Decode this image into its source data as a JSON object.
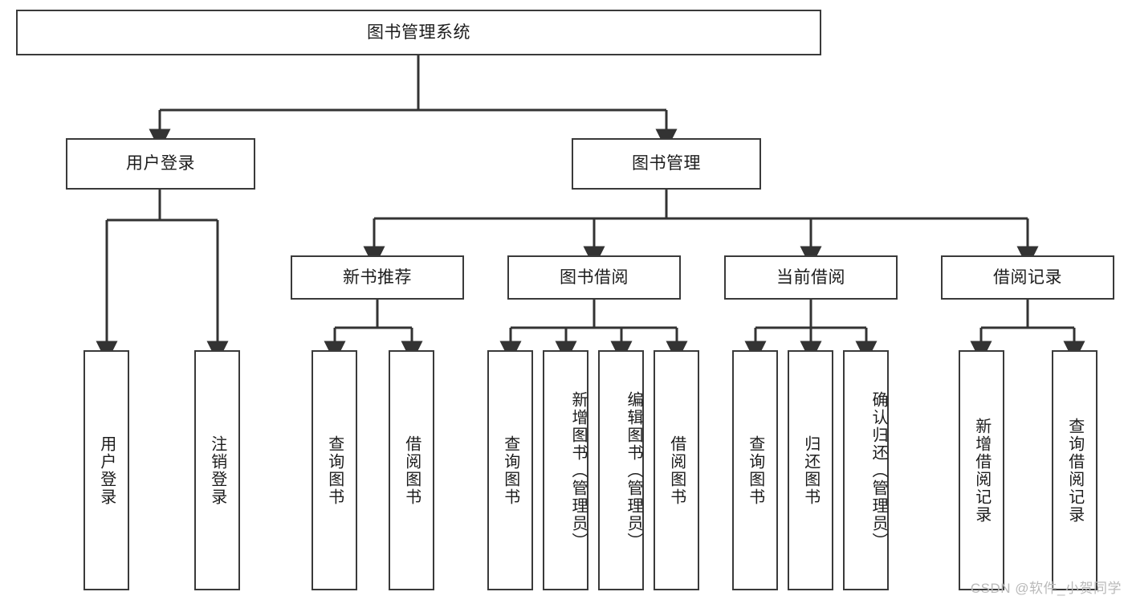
{
  "diagram": {
    "title": "图书管理系统",
    "type": "hierarchy-tree",
    "watermark": "CSDN @软件_小贺同学",
    "colors": {
      "box_border": "#3a3a3a",
      "box_fill": "#ffffff",
      "edge": "#333333",
      "text": "#1c1c1c",
      "watermark": "#b9b9b9"
    },
    "nodes": {
      "root": {
        "label": "图书管理系统",
        "level": 0,
        "orientation": "horizontal"
      },
      "l1_0": {
        "label": "用户登录",
        "level": 1,
        "orientation": "horizontal"
      },
      "l1_1": {
        "label": "图书管理",
        "level": 1,
        "orientation": "horizontal"
      },
      "l2_0": {
        "label": "新书推荐",
        "level": 2,
        "orientation": "horizontal"
      },
      "l2_1": {
        "label": "图书借阅",
        "level": 2,
        "orientation": "horizontal"
      },
      "l2_2": {
        "label": "当前借阅",
        "level": 2,
        "orientation": "horizontal"
      },
      "l2_3": {
        "label": "借阅记录",
        "level": 2,
        "orientation": "horizontal"
      },
      "leaf_0": {
        "label": "用户登录",
        "level": 3,
        "orientation": "vertical"
      },
      "leaf_1": {
        "label": "注销登录",
        "level": 3,
        "orientation": "vertical"
      },
      "leaf_2": {
        "label": "查询图书",
        "level": 3,
        "orientation": "vertical"
      },
      "leaf_3": {
        "label": "借阅图书",
        "level": 3,
        "orientation": "vertical"
      },
      "leaf_4": {
        "label": "查询图书",
        "level": 3,
        "orientation": "vertical"
      },
      "leaf_5": {
        "label": "新增图书（管理员）",
        "level": 3,
        "orientation": "vertical"
      },
      "leaf_6": {
        "label": "编辑图书（管理员）",
        "level": 3,
        "orientation": "vertical"
      },
      "leaf_7": {
        "label": "借阅图书",
        "level": 3,
        "orientation": "vertical"
      },
      "leaf_8": {
        "label": "查询图书",
        "level": 3,
        "orientation": "vertical"
      },
      "leaf_9": {
        "label": "归还图书",
        "level": 3,
        "orientation": "vertical"
      },
      "leaf_10": {
        "label": "确认归还（管理员）",
        "level": 3,
        "orientation": "vertical"
      },
      "leaf_11": {
        "label": "新增借阅记录",
        "level": 3,
        "orientation": "vertical"
      },
      "leaf_12": {
        "label": "查询借阅记录",
        "level": 3,
        "orientation": "vertical"
      }
    },
    "edges": [
      {
        "from": "root",
        "to": "l1_0"
      },
      {
        "from": "root",
        "to": "l1_1"
      },
      {
        "from": "l1_0",
        "to": "leaf_0"
      },
      {
        "from": "l1_0",
        "to": "leaf_1"
      },
      {
        "from": "l1_1",
        "to": "l2_0"
      },
      {
        "from": "l1_1",
        "to": "l2_1"
      },
      {
        "from": "l1_1",
        "to": "l2_2"
      },
      {
        "from": "l1_1",
        "to": "l2_3"
      },
      {
        "from": "l2_0",
        "to": "leaf_2"
      },
      {
        "from": "l2_0",
        "to": "leaf_3"
      },
      {
        "from": "l2_1",
        "to": "leaf_4"
      },
      {
        "from": "l2_1",
        "to": "leaf_5"
      },
      {
        "from": "l2_1",
        "to": "leaf_6"
      },
      {
        "from": "l2_1",
        "to": "leaf_7"
      },
      {
        "from": "l2_2",
        "to": "leaf_8"
      },
      {
        "from": "l2_2",
        "to": "leaf_9"
      },
      {
        "from": "l2_2",
        "to": "leaf_10"
      },
      {
        "from": "l2_3",
        "to": "leaf_11"
      },
      {
        "from": "l2_3",
        "to": "leaf_12"
      }
    ]
  }
}
